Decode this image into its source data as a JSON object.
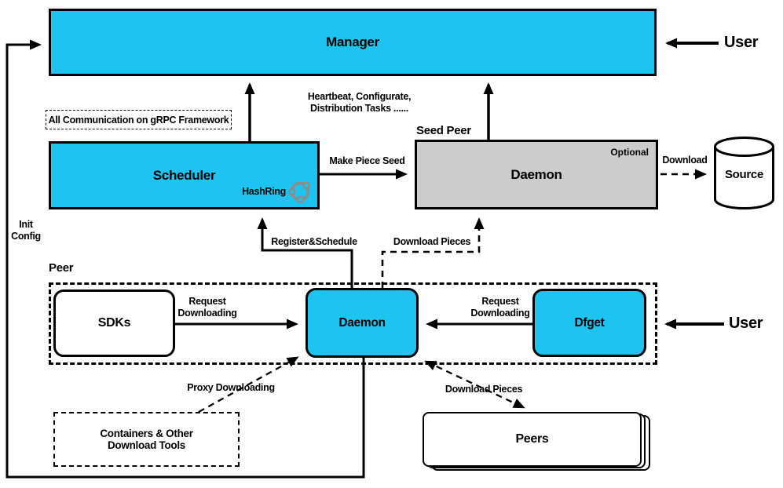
{
  "colors": {
    "accent_cyan": "#1ec3ef",
    "seed_daemon_gray": "#cccccc",
    "line_black": "#000000",
    "hashring_gray": "#8c8c8c",
    "background": "#ffffff"
  },
  "nodes": {
    "manager": "Manager",
    "scheduler": "Scheduler",
    "hashring": "HashRing",
    "grpc_note": "All Communication on gRPC Framework",
    "seed_peer_group": "Seed Peer",
    "seed_daemon": "Daemon",
    "optional": "Optional",
    "source": "Source",
    "peer_group": "Peer",
    "sdks": "SDKs",
    "peer_daemon": "Daemon",
    "dfget": "Dfget",
    "containers_line1": "Containers & Other",
    "containers_line2": "Download Tools",
    "peers": "Peers",
    "user_top": "User",
    "user_bottom": "User"
  },
  "edges": {
    "heartbeat_line1": "Heartbeat, Configurate,",
    "heartbeat_line2": "Distribution Tasks ......",
    "make_piece_seed": "Make Piece Seed",
    "download_source": "Download",
    "init_line1": "Init",
    "init_line2": "Config",
    "register_schedule": "Register&Schedule",
    "download_pieces_top": "Download Pieces",
    "request_dl_left_line1": "Request",
    "request_dl_left_line2": "Downloading",
    "request_dl_right_line1": "Request",
    "request_dl_right_line2": "Downloading",
    "proxy_downloading": "Proxy Downloading",
    "download_pieces_bottom": "Download Pieces"
  }
}
